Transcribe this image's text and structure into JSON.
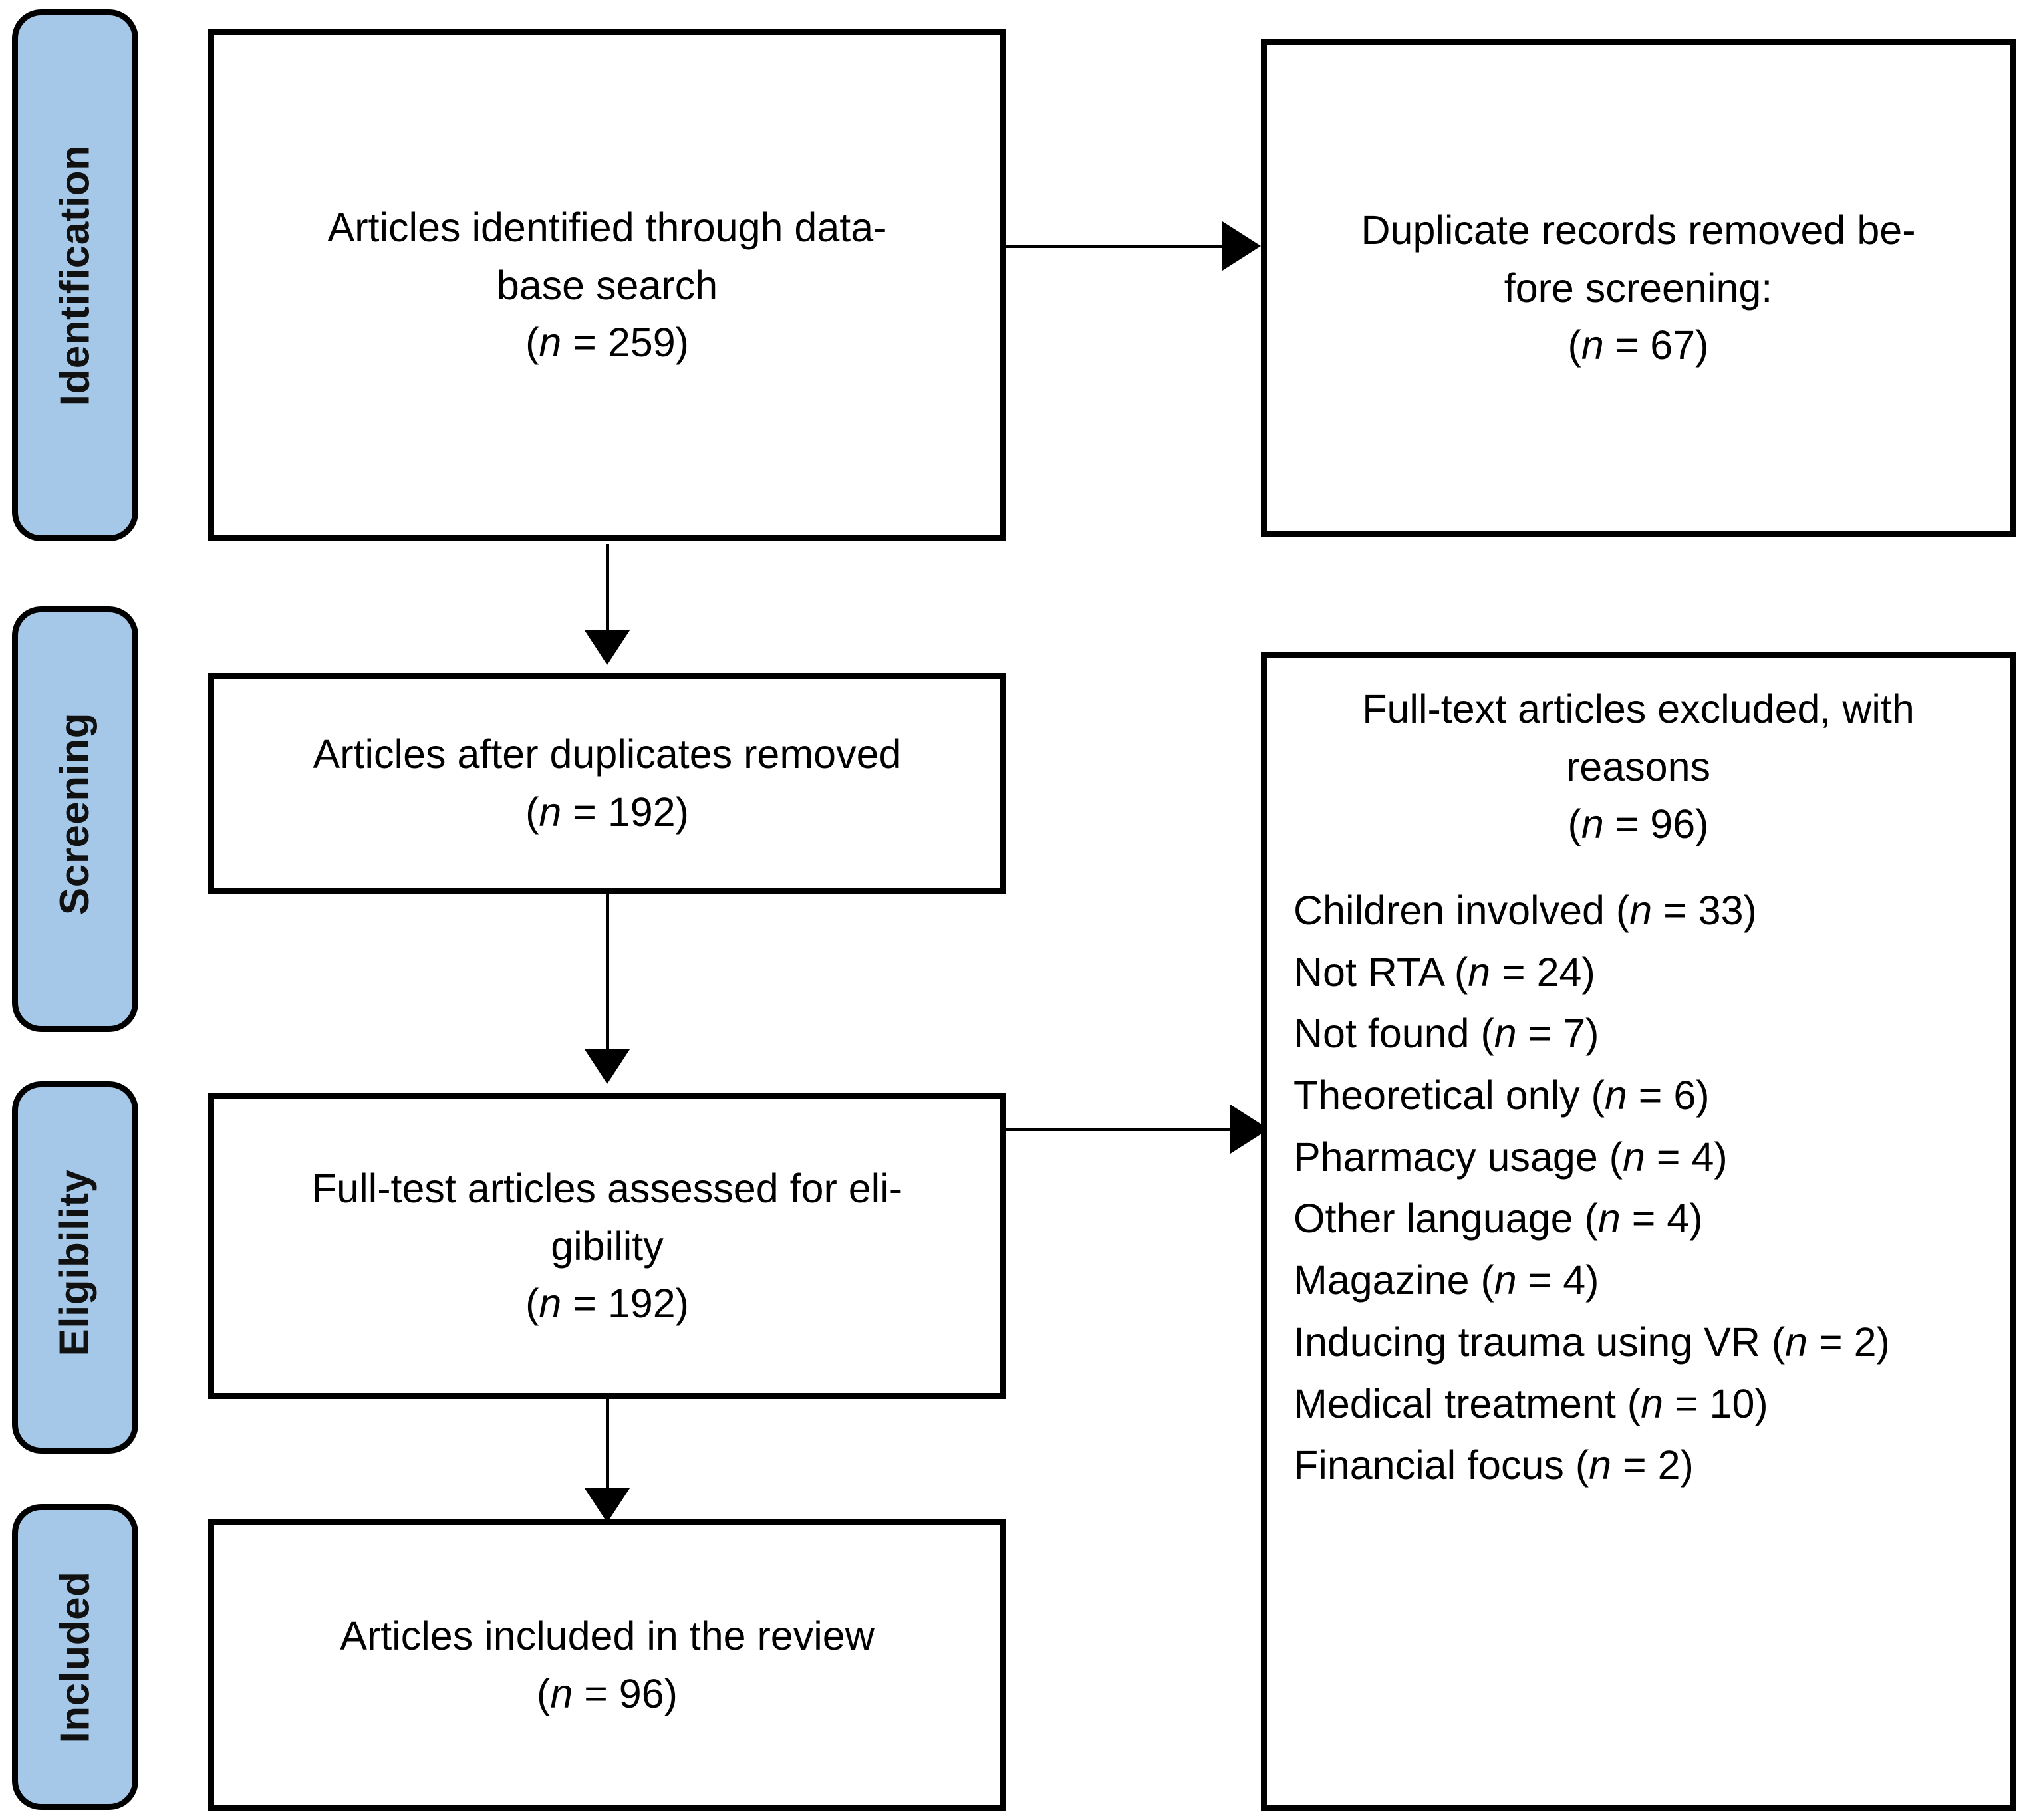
{
  "diagram": {
    "title": "PRISMA flow diagram",
    "accent_color": "#a6c8e8",
    "border_color": "#000000",
    "background_color": "#ffffff"
  },
  "stages": [
    {
      "label": "Identification"
    },
    {
      "label": "Screening"
    },
    {
      "label": "Eligibility"
    },
    {
      "label": "Included"
    }
  ],
  "boxes": {
    "identified": {
      "line1": "Articles identified through data-",
      "line2": "base search",
      "count_open": "(",
      "count_n": "n",
      "count_rest": " = 259)"
    },
    "duplicates_removed": {
      "line1": "Duplicate records removed be-",
      "line2": "fore screening:",
      "count_open": "(",
      "count_n": "n",
      "count_rest": " = 67)"
    },
    "after_duplicates": {
      "line1": "Articles after duplicates removed",
      "count_open": "(",
      "count_n": "n",
      "count_rest": " = 192)"
    },
    "eligibility_assessed": {
      "line1": "Full-test articles assessed for eli-",
      "line2": "gibility",
      "count_open": "(",
      "count_n": "n",
      "count_rest": " = 192)"
    },
    "included": {
      "line1": "Articles included in the review",
      "count_open": "(",
      "count_n": "n",
      "count_rest": " = 96)"
    },
    "excluded": {
      "header_line1": "Full-text articles excluded, with",
      "header_line2": "reasons",
      "header_count_open": "(",
      "header_count_n": "n",
      "header_count_rest": " = 96)",
      "reasons": [
        {
          "label": "Children involved (",
          "n": "n",
          "value": " = 33)"
        },
        {
          "label": "Not RTA (",
          "n": "n",
          "value": " = 24)"
        },
        {
          "label": "Not found (",
          "n": "n",
          "value": " = 7)"
        },
        {
          "label": "Theoretical only (",
          "n": "n",
          "value": " = 6)"
        },
        {
          "label": "Pharmacy usage (",
          "n": "n",
          "value": " = 4)"
        },
        {
          "label": "Other language (",
          "n": "n",
          "value": " = 4)"
        },
        {
          "label": "Magazine (",
          "n": "n",
          "value": " = 4)"
        },
        {
          "label": "Inducing trauma using VR (",
          "n": "n",
          "value": " = 2)"
        },
        {
          "label": "Medical treatment (",
          "n": "n",
          "value": " = 10)"
        },
        {
          "label": "Financial focus (",
          "n": "n",
          "value": " = 2)"
        }
      ]
    }
  },
  "chart_data": {
    "type": "diagram",
    "title": "PRISMA flow diagram",
    "stages": [
      "Identification",
      "Screening",
      "Eligibility",
      "Included"
    ],
    "nodes": [
      {
        "id": "identified",
        "stage": "Identification",
        "text": "Articles identified through database search",
        "n": 259
      },
      {
        "id": "duplicates_removed",
        "stage": "Identification",
        "text": "Duplicate records removed before screening",
        "n": 67
      },
      {
        "id": "after_duplicates",
        "stage": "Screening",
        "text": "Articles after duplicates removed",
        "n": 192
      },
      {
        "id": "eligibility_assessed",
        "stage": "Eligibility",
        "text": "Full-test articles assessed for eligibility",
        "n": 192
      },
      {
        "id": "excluded",
        "stage": "Eligibility",
        "text": "Full-text articles excluded, with reasons",
        "n": 96
      },
      {
        "id": "included",
        "stage": "Included",
        "text": "Articles included in the review",
        "n": 96
      }
    ],
    "edges": [
      {
        "from": "identified",
        "to": "duplicates_removed",
        "direction": "right"
      },
      {
        "from": "identified",
        "to": "after_duplicates",
        "direction": "down"
      },
      {
        "from": "after_duplicates",
        "to": "eligibility_assessed",
        "direction": "down"
      },
      {
        "from": "eligibility_assessed",
        "to": "excluded",
        "direction": "right"
      },
      {
        "from": "eligibility_assessed",
        "to": "included",
        "direction": "down"
      }
    ],
    "exclusion_reasons": {
      "categories": [
        "Children involved",
        "Not RTA",
        "Not found",
        "Theoretical only",
        "Pharmacy usage",
        "Other language",
        "Magazine",
        "Inducing trauma using VR",
        "Medical treatment",
        "Financial focus"
      ],
      "values": [
        33,
        24,
        7,
        6,
        4,
        4,
        4,
        2,
        10,
        2
      ]
    }
  }
}
